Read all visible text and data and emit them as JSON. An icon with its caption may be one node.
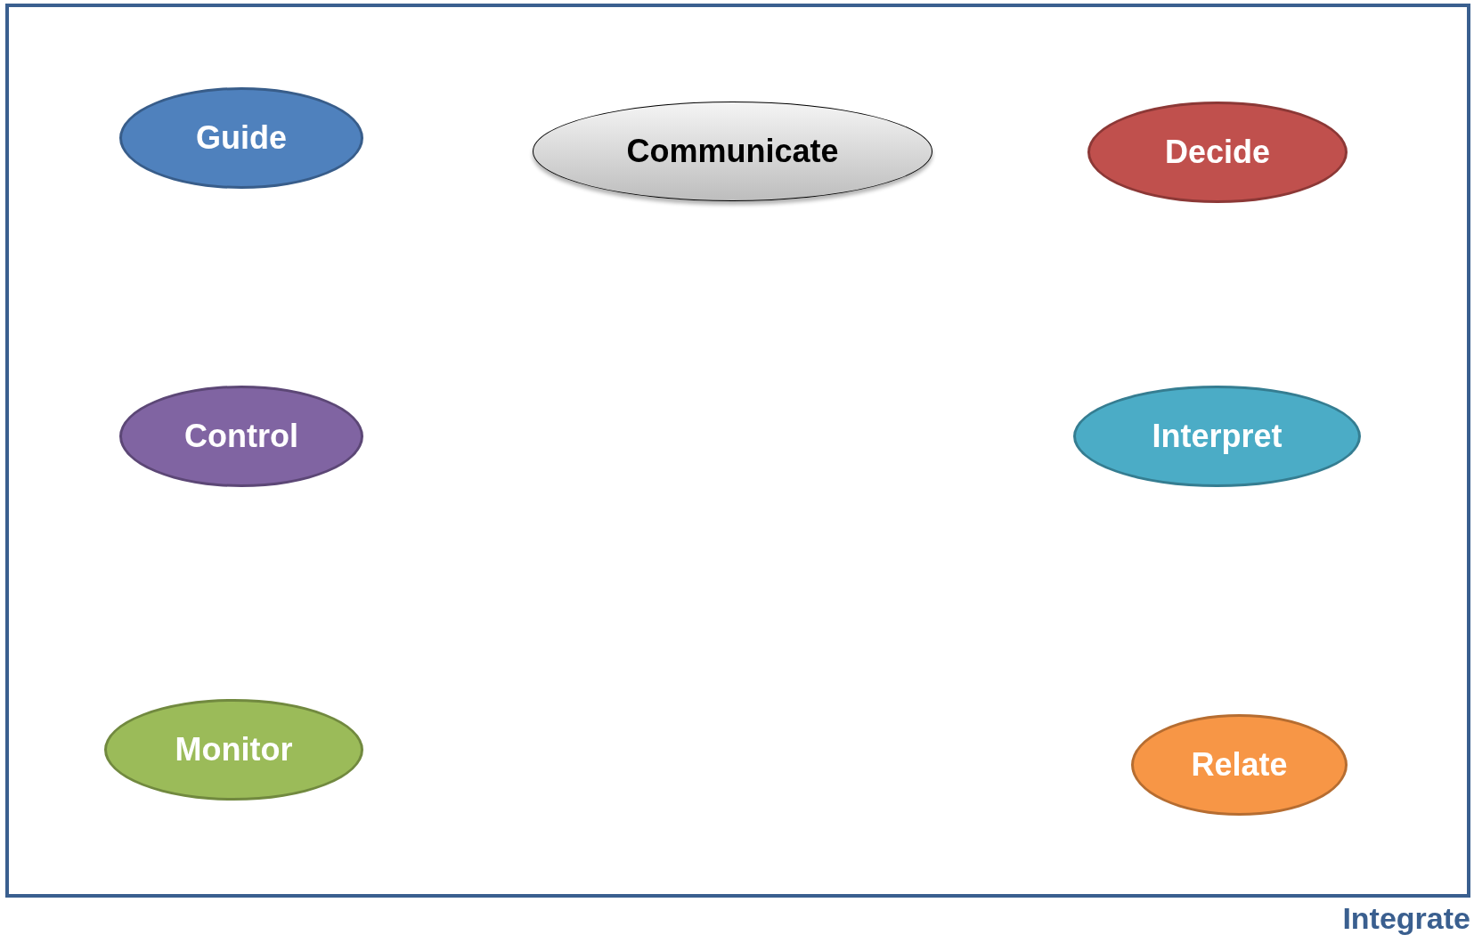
{
  "diagram": {
    "nodes": [
      {
        "text": [
          "Integrate"
        ]
      },
      {
        "text": [
          "Guide"
        ],
        "in": 0
      },
      {
        "text": [
          "Communicate"
        ],
        "in": 0
      },
      {
        "text": [
          "Decide"
        ],
        "in": 0
      },
      {
        "text": [
          "Control"
        ],
        "in": 0
      },
      {
        "text": [
          "Interpret"
        ],
        "in": 0
      },
      {
        "text": [
          "Monitor"
        ],
        "in": 0
      },
      {
        "text": [
          "Relate"
        ],
        "in": 0
      }
    ],
    "edges": []
  }
}
